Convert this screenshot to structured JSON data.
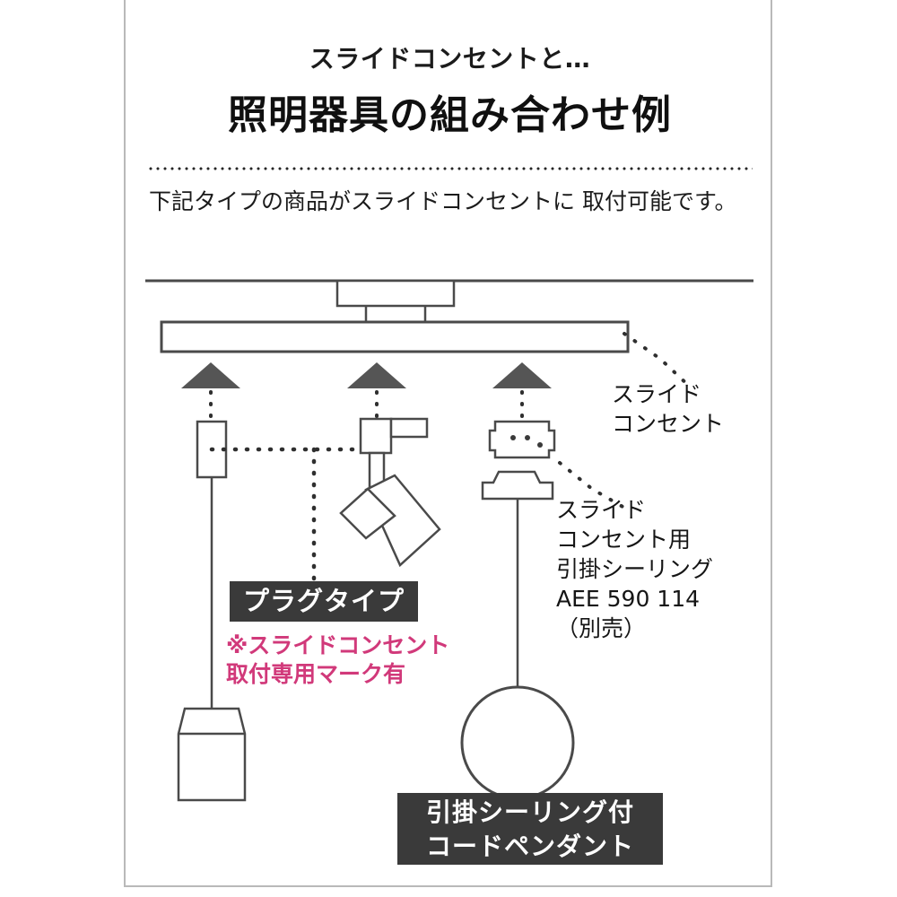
{
  "panel": {
    "topbar_color": "#3b3b3d",
    "border_color": "#b9b9b9"
  },
  "header": {
    "title_small": "スライドコンセントと…",
    "title_main": "照明器具の組み合わせ例",
    "subtitle": "下記タイプの商品がスライドコンセントに\n取付可能です。"
  },
  "annotations": {
    "slide_outlet": "スライド\nコンセント",
    "hook_ceiling": "スライド\nコンセント用\n引掛シーリング\nAEE 590 114\n（別売）"
  },
  "badges": {
    "plug_type": "プラグタイプ",
    "cord_pendant": "引掛シーリング付\nコードペンダント"
  },
  "notes": {
    "pink_note": "※スライドコンセント\n取付専用マーク有",
    "pink_color": "#d1397a"
  },
  "diagram": {
    "type": "line-drawing",
    "line_color": "#4a4a4a",
    "fill_color": "#ffffff",
    "arrow_color": "#4f4f4f",
    "parts": [
      "ceiling-line",
      "mounting-box",
      "track-rail",
      "arrow-left",
      "arrow-middle",
      "arrow-right",
      "plug-adapter-left",
      "plug-adapter-spotlight",
      "slide-outlet-ceiling-rose",
      "hook-ceiling-cap",
      "spotlight-head",
      "cylinder-pendant-shade",
      "globe-pendant-shade",
      "dotted-leader-lines"
    ]
  }
}
